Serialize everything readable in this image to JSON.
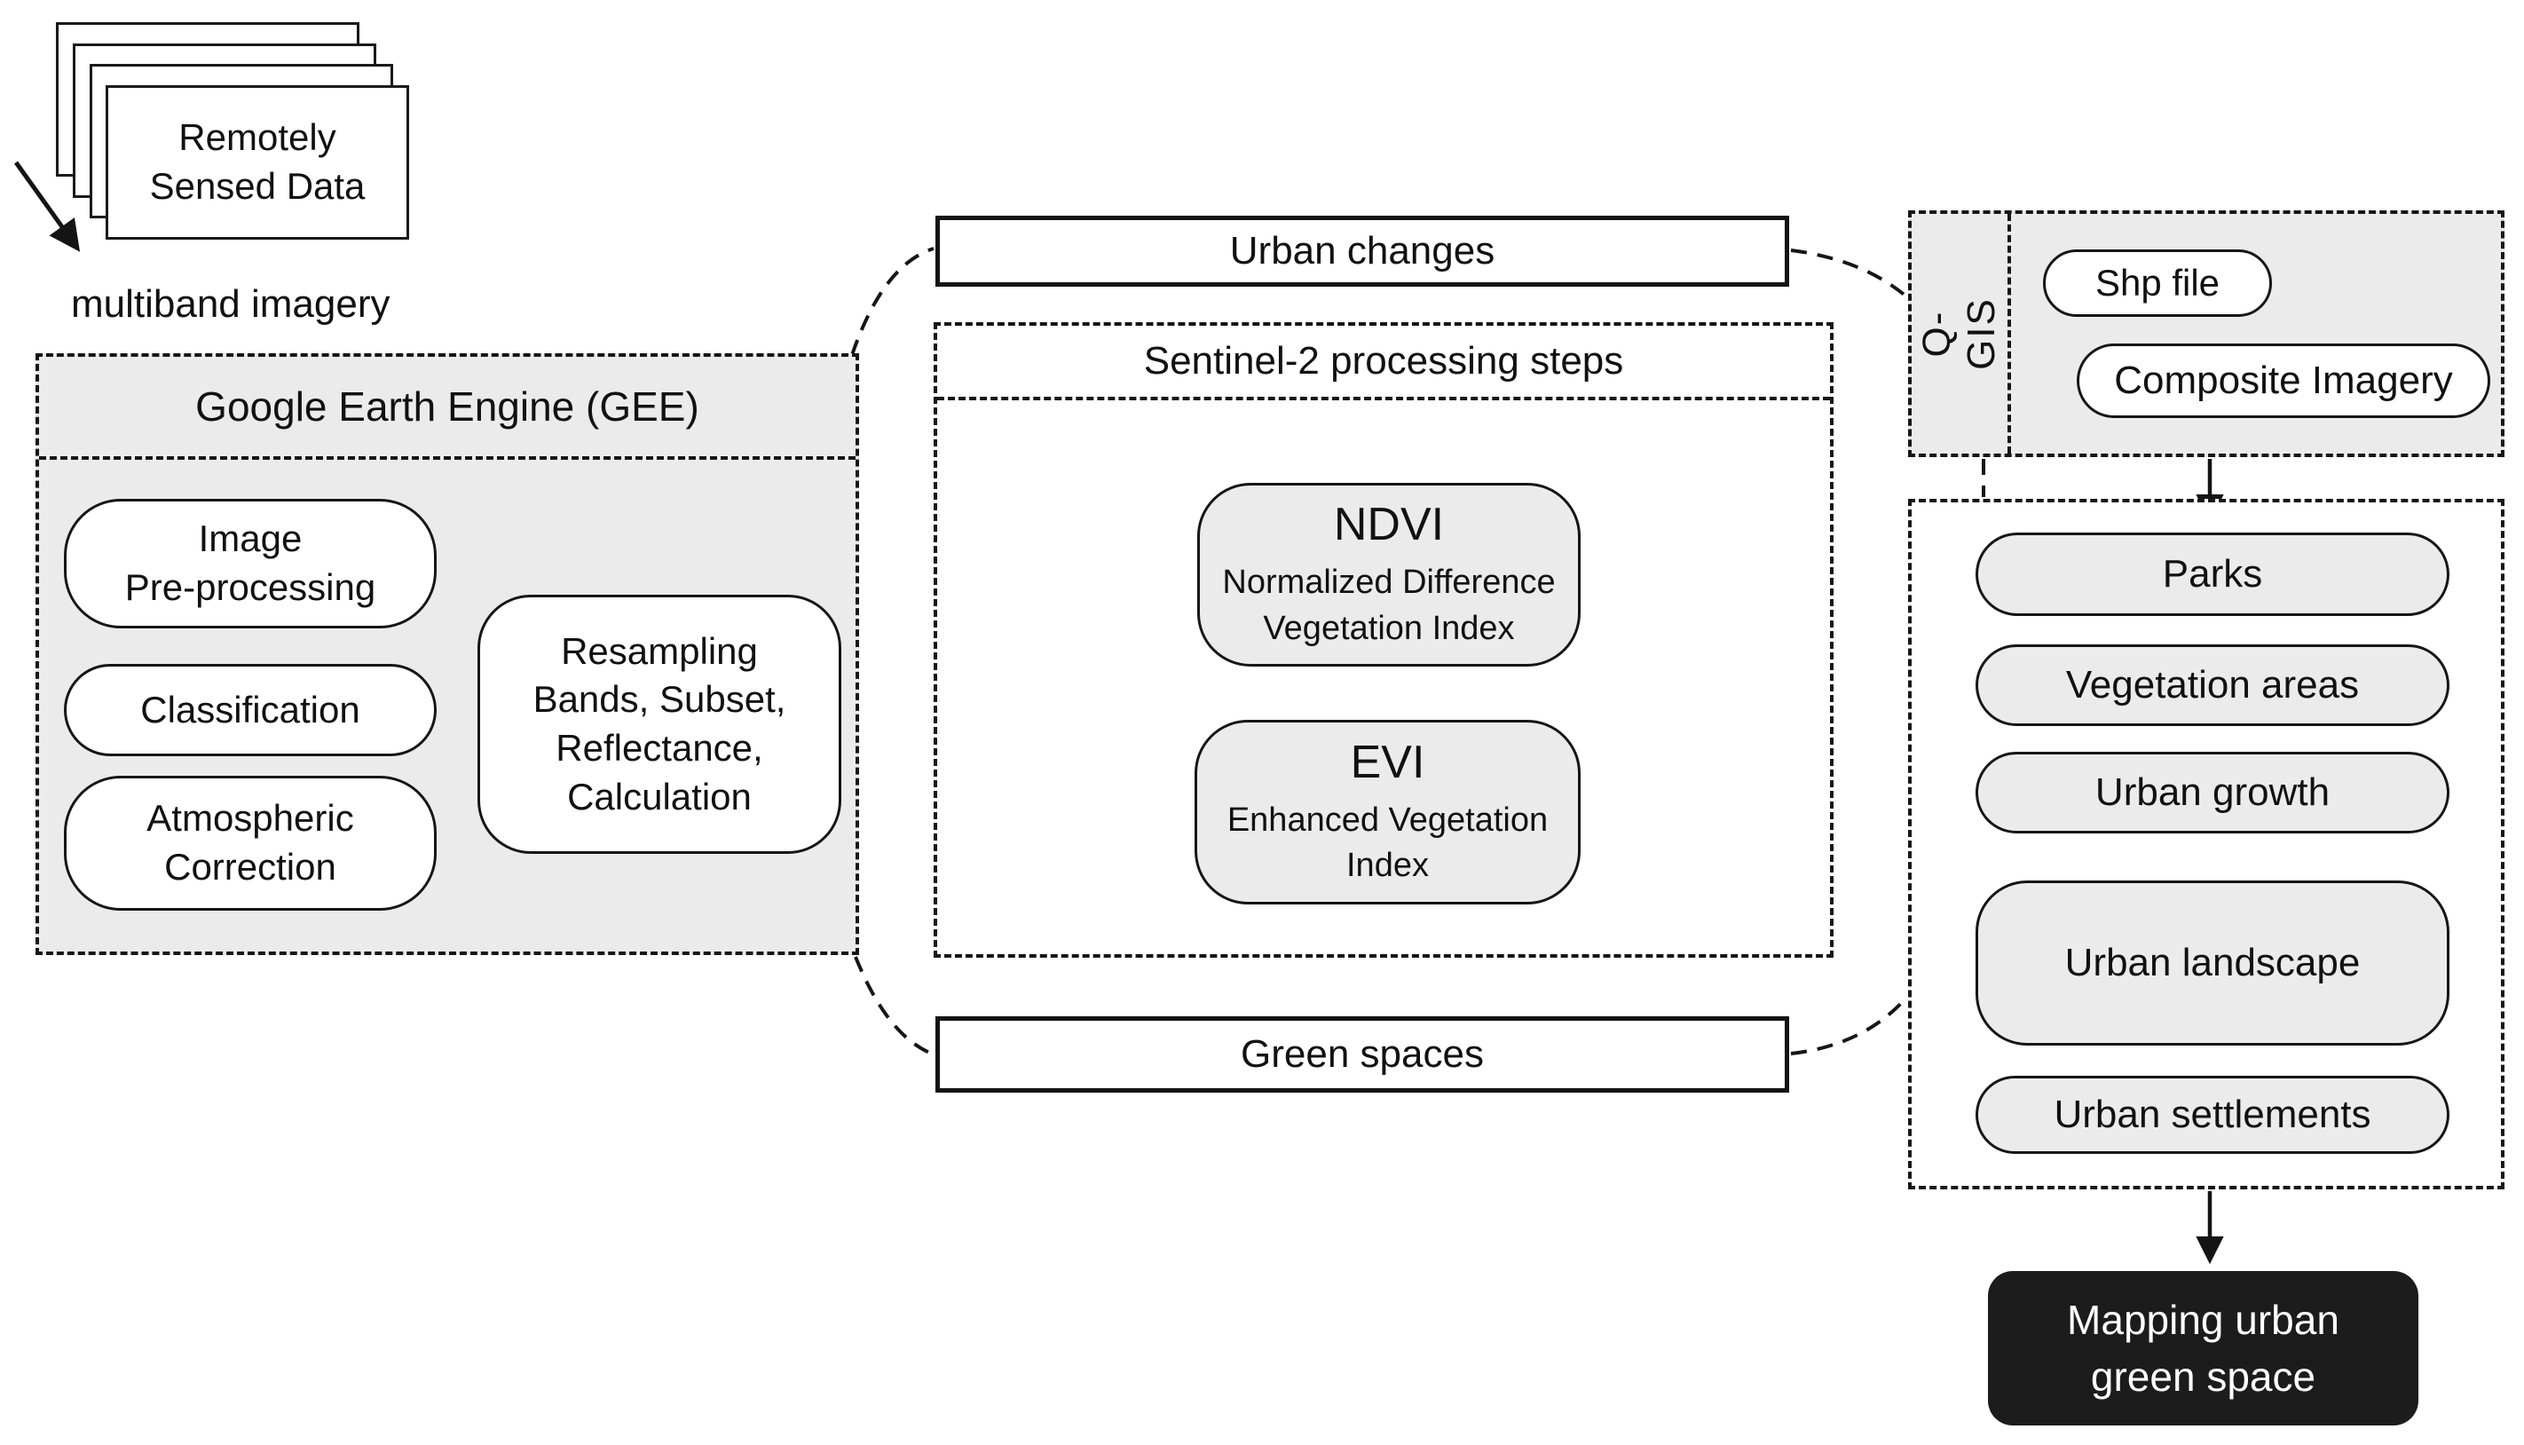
{
  "source": {
    "stack_label": "Remotely\nSensed Data",
    "caption": "multiband imagery"
  },
  "gee": {
    "title": "Google Earth Engine (GEE)",
    "steps": [
      "Image\nPre-processing",
      "Classification",
      "Atmospheric\nCorrection"
    ],
    "resampling": "Resampling\nBands, Subset,\nReflectance,\nCalculation"
  },
  "flow": {
    "urban_changes": "Urban changes",
    "green_spaces": "Green spaces"
  },
  "sentinel": {
    "title": "Sentinel-2 processing steps",
    "indices": [
      {
        "abbr": "NDVI",
        "name": "Normalized Difference\nVegetation Index"
      },
      {
        "abbr": "EVI",
        "name": "Enhanced Vegetation\nIndex"
      }
    ]
  },
  "qgis": {
    "label": "Q-GIS",
    "items": [
      "Shp file",
      "Composite Imagery"
    ]
  },
  "outputs": [
    "Parks",
    "Vegetation areas",
    "Urban growth",
    "Urban landscape",
    "Urban settlements"
  ],
  "result": "Mapping urban\ngreen space",
  "colors": {
    "panel_fill": "#ebebeb",
    "line": "#161616",
    "result_bg": "#1c1c1c",
    "result_text": "#ffffff"
  }
}
